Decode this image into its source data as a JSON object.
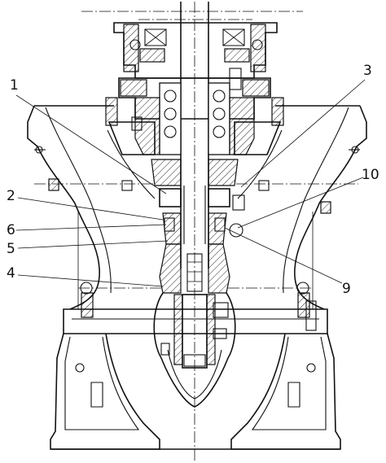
{
  "labels": {
    "l1": "1",
    "l2": "2",
    "l3": "3",
    "l4": "4",
    "l5": "5",
    "l6": "6",
    "l9": "9",
    "l10": "10"
  }
}
